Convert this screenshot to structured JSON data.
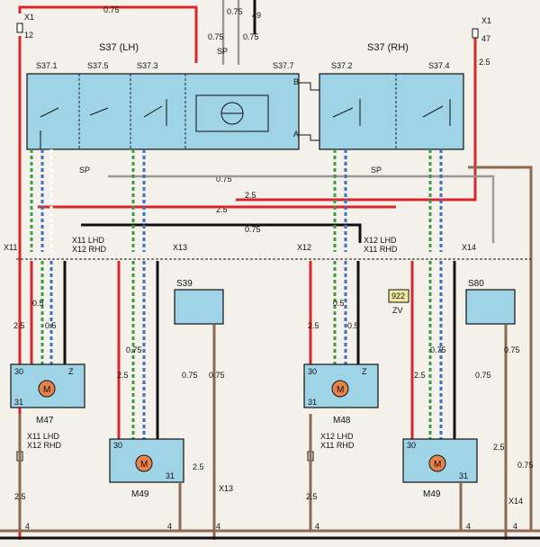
{
  "blocks": {
    "lh_label": "S37   (LH)",
    "rh_label": "S37   (RH)",
    "lh_sub": [
      "S37.1",
      "S37.5",
      "S37.3",
      "S37.7"
    ],
    "rh_sub": [
      "S37.2",
      "S37.4"
    ]
  },
  "connectors": {
    "x1_top_left": "X1",
    "x1_top_left_pin": "12",
    "x1_top_right": "X1",
    "x1_top_right_pin": "47",
    "x11": "X11",
    "x11_lhd": "X11 LHD",
    "x12_rhd": "X12 RHD",
    "x13": "X13",
    "x12": "X12",
    "x12_lhd": "X12 LHD",
    "x11_rhd": "X11 RHD",
    "x14": "X14",
    "x11_lhd_low": "X11 LHD",
    "x12_rhd_low": "X12 RHD",
    "x12_lhd_low": "X12 LHD",
    "x11_rhd_low": "X11 RHD",
    "x13_low": "X13",
    "x14_low": "X14"
  },
  "components": {
    "m47": "M47",
    "m48": "M48",
    "m49_left": "M49",
    "m49_right": "M49",
    "s39": "S39",
    "s80": "S80",
    "motor_symbol": "M",
    "ground": "922",
    "ground_sub": "ZV"
  },
  "labels": {
    "sp": "SP",
    "sp2": "SP",
    "sp3": "SP",
    "a": "A",
    "b": "B",
    "z": "Z",
    "w075": "0.75",
    "w25": "2.5",
    "w05": "0.5",
    "p49": "49",
    "p30": "30",
    "p31": "31",
    "p4": "4"
  }
}
